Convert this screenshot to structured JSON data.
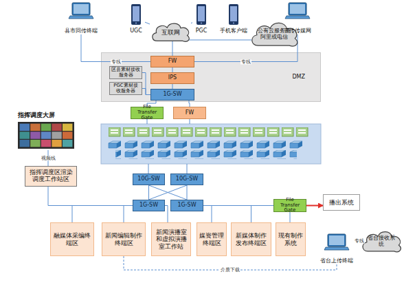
{
  "diagram": {
    "nodes": [
      {
        "text": [
          "县市回传终端"
        ]
      },
      {
        "text": [
          "UGC"
        ]
      },
      {
        "text": [
          "互联网"
        ]
      },
      {
        "text": [
          "PGC"
        ]
      },
      {
        "text": [
          "手机客户端"
        ]
      },
      {
        "text": [
          "公有云服务商 阿里或电信"
        ]
      },
      {
        "text": [
          "宣传传媒网"
        ]
      },
      {
        "text": [
          "DMZ"
        ]
      },
      {
        "text": [
          "FW"
        ],
        "in": 7
      },
      {
        "text": [
          "区县素材接收服务器"
        ],
        "in": 7
      },
      {
        "text": [
          "IPS"
        ],
        "in": 7
      },
      {
        "text": [
          "PGC素材接收服务器"
        ],
        "in": 7
      },
      {
        "text": [
          "1G-SW"
        ],
        "in": 7
      },
      {
        "text": [
          "File Transfer Gate"
        ]
      },
      {
        "text": [
          "FW"
        ]
      },
      {
        "text": [
          "指挥调度大屏"
        ]
      },
      {
        "text": [
          "指挥调度区渲染调度工作站区"
        ]
      },
      {
        "text": [
          "10G-SW"
        ]
      },
      {
        "text": [
          "10G-SW"
        ]
      },
      {
        "text": [
          "1G-SW"
        ]
      },
      {
        "text": [
          "1G-SW"
        ]
      },
      {
        "text": [
          "File Transfer Gate"
        ]
      },
      {
        "text": [
          "播出系统"
        ]
      },
      {
        "text": [
          "融媒体采编终端区"
        ]
      },
      {
        "text": [
          "新闻编辑制作终端区"
        ]
      },
      {
        "text": [
          "新闻演播室和虚拟演播室工作站"
        ]
      },
      {
        "text": [
          "媒资管理终端区"
        ]
      },
      {
        "text": [
          "新媒体制作发布终端区"
        ]
      },
      {
        "text": [
          "现有制作系统"
        ]
      },
      {
        "text": [
          "省台上传终端"
        ]
      },
      {
        "text": [
          "省台接收系统"
        ]
      }
    ],
    "edges": [
      {
        "from": 0,
        "to": 8,
        "arrow": "none",
        "label": "专线"
      },
      {
        "from": 1,
        "to": 2,
        "arrow": "none"
      },
      {
        "from": 3,
        "to": 2,
        "arrow": "none"
      },
      {
        "from": 4,
        "to": 5,
        "arrow": "none"
      },
      {
        "from": 5,
        "to": 2,
        "arrow": "none"
      },
      {
        "from": 2,
        "to": 8,
        "arrow": "none"
      },
      {
        "from": 6,
        "to": 8,
        "arrow": "none",
        "label": "专线"
      },
      {
        "from": 8,
        "to": 10,
        "arrow": "none"
      },
      {
        "from": 10,
        "to": 12,
        "arrow": "none"
      },
      {
        "from": 9,
        "to": 12,
        "arrow": "none"
      },
      {
        "from": 11,
        "to": 12,
        "arrow": "none"
      },
      {
        "from": 12,
        "to": 13,
        "arrow": "none"
      },
      {
        "from": 12,
        "to": 14,
        "arrow": "none"
      },
      {
        "from": 15,
        "to": 16,
        "arrow": "none",
        "label": "视频线"
      },
      {
        "from": 17,
        "to": 19,
        "arrow": "none"
      },
      {
        "from": 17,
        "to": 20,
        "arrow": "none"
      },
      {
        "from": 18,
        "to": 19,
        "arrow": "none"
      },
      {
        "from": 18,
        "to": 20,
        "arrow": "none"
      },
      {
        "from": 19,
        "to": 16,
        "arrow": "none"
      },
      {
        "from": 19,
        "to": 23,
        "arrow": "none"
      },
      {
        "from": 19,
        "to": 24,
        "arrow": "none"
      },
      {
        "from": 19,
        "to": 25,
        "arrow": "none"
      },
      {
        "from": 20,
        "to": 26,
        "arrow": "none"
      },
      {
        "from": 20,
        "to": 27,
        "arrow": "none"
      },
      {
        "from": 20,
        "to": 21,
        "arrow": "none"
      },
      {
        "from": 21,
        "to": 22,
        "arrow": "to"
      },
      {
        "from": 21,
        "to": 28,
        "arrow": "none"
      },
      {
        "from": 29,
        "to": 30,
        "arrow": "none",
        "label": "专线"
      },
      {
        "from": 24,
        "to": 29,
        "arrow": "none",
        "label": "介质下载"
      }
    ]
  }
}
